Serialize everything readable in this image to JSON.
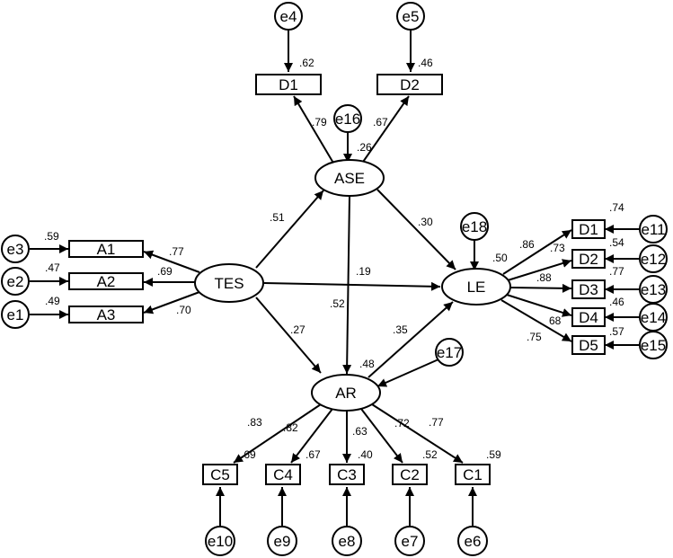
{
  "diagram": {
    "latent": {
      "tes": "TES",
      "ase": "ASE",
      "le": "LE",
      "ar": "AR"
    },
    "indicators": {
      "a1": "A1",
      "a2": "A2",
      "a3": "A3",
      "d1_top": "D1",
      "d2_top": "D2",
      "d1": "D1",
      "d2": "D2",
      "d3": "D3",
      "d4": "D4",
      "d5": "D5",
      "c1": "C1",
      "c2": "C2",
      "c3": "C3",
      "c4": "C4",
      "c5": "C5"
    },
    "errors": {
      "e1": "e1",
      "e2": "e2",
      "e3": "e3",
      "e4": "e4",
      "e5": "e5",
      "e6": "e6",
      "e7": "e7",
      "e8": "e8",
      "e9": "e9",
      "e10": "e10",
      "e11": "e11",
      "e12": "e12",
      "e13": "e13",
      "e14": "e14",
      "e15": "e15",
      "e16": "e16",
      "e17": "e17",
      "e18": "e18"
    },
    "paths": {
      "tes_ase": ".51",
      "tes_le": ".19",
      "tes_ar": ".27",
      "ase_le": ".30",
      "ase_ar": ".52",
      "ar_le": ".35"
    },
    "loadings": {
      "ase_d1": ".79",
      "ase_d2": ".67",
      "tes_a1": ".77",
      "tes_a2": ".69",
      "tes_a3": ".70",
      "le_d1": ".86",
      "le_d2": ".73",
      "le_d3": ".88",
      "le_d4": "68",
      "le_d5": ".75",
      "ar_c5": ".83",
      "ar_c4": ".82",
      "ar_c3": ".63",
      "ar_c2": ".72",
      "ar_c1": ".77"
    },
    "r_squared": {
      "d1_top": ".62",
      "d2_top": ".46",
      "ase": ".26",
      "le": ".50",
      "ar": ".48",
      "a1": ".59",
      "a2": ".47",
      "a3": ".49",
      "d1": ".74",
      "d2": ".54",
      "d3": ".77",
      "d4": ".46",
      "d5": ".57",
      "c5": ".69",
      "c4": ".67",
      "c3": ".40",
      "c2": ".52",
      "c1": ".59"
    }
  }
}
